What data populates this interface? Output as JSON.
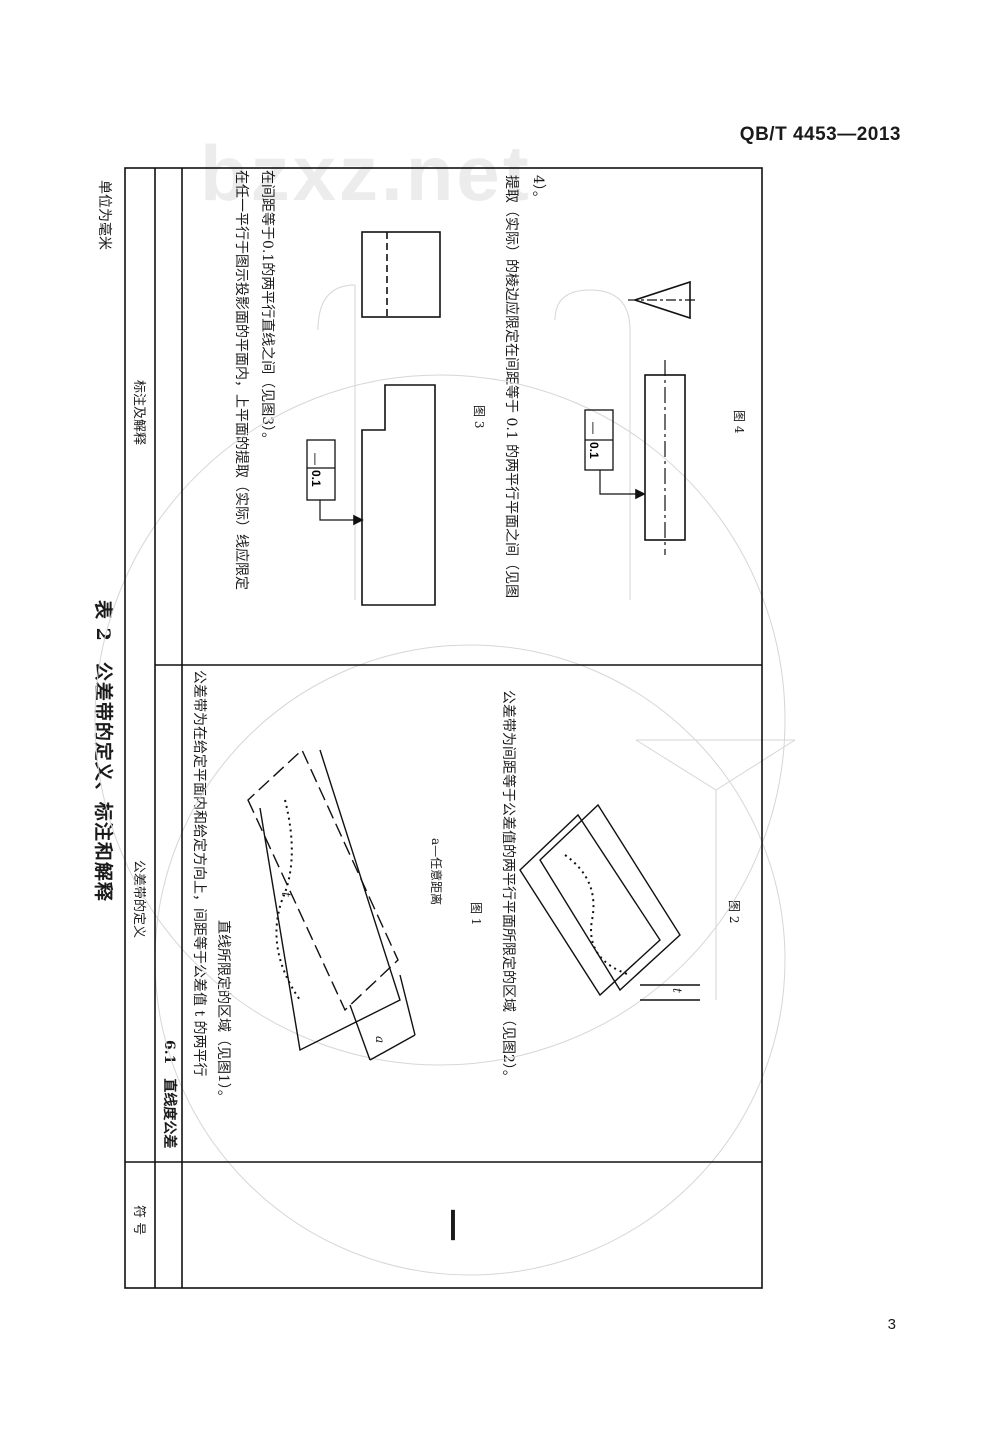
{
  "header": {
    "standard_code": "QB/T 4453—2013"
  },
  "watermark": "bzxz.net",
  "table": {
    "caption": "表 2　公差带的定义、标注和解释",
    "unit_note": "单位为毫米",
    "col_symbol": "符 号",
    "col_definition": "公差带的定义",
    "col_annotation": "标注及解释",
    "section_title": "6.1　直线度公差",
    "symbol": "—",
    "definition": {
      "line1": "公差带为在给定平面内和给定方向上，间距等于公差值 t 的两平行",
      "line2": "直线所限定的区域（见图1）。",
      "fig1_legend": "a—任意距离",
      "fig1_caption": "图 1",
      "fig1_label_a": "a",
      "fig1_label_t": "t",
      "text2": "公差带为间距等于公差值的两平行平面所限定的区域（见图2）。",
      "fig2_caption": "图 2",
      "fig2_label_t": "t"
    },
    "annotation": {
      "text1_line1": "在任一平行于图示投影面的平面内，上平面的提取（实际）线应限定",
      "text1_line2": "在间距等于0.1的两平行直线之间（见图3）。",
      "fig3_frame_symbol": "—",
      "fig3_frame_value": "0.1",
      "fig3_caption": "图 3",
      "text2_line1": "提取（实际）的棱边应限定在间距等于 0.1 的两平行平面之间（见图",
      "text2_line2": "4）。",
      "fig4_frame_symbol": "—",
      "fig4_frame_value": "0.1",
      "fig4_caption": "图 4"
    }
  },
  "page_number": "3"
}
